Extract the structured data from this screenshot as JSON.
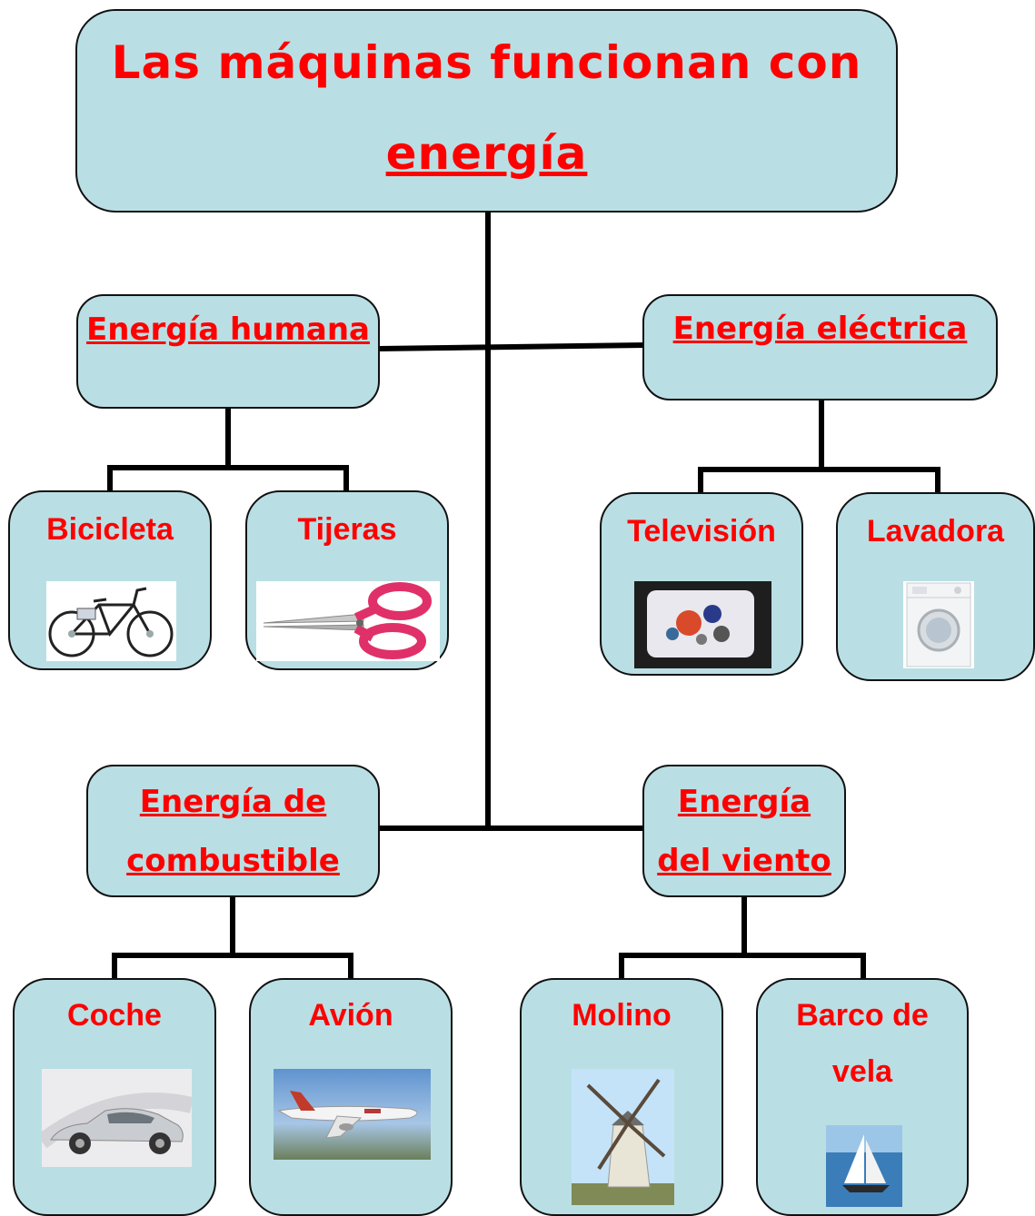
{
  "title": {
    "line1": "Las máquinas funcionan con",
    "line2": "energía"
  },
  "categories": {
    "humana": "Energía humana",
    "electrica": "Energía eléctrica",
    "combustible_1": "Energía de",
    "combustible_2": "combustible",
    "viento_1": "Energía",
    "viento_2": "del viento"
  },
  "leaves": {
    "bicicleta": "Bicicleta",
    "tijeras": "Tijeras",
    "television": "Televisión",
    "lavadora": "Lavadora",
    "coche": "Coche",
    "avion": "Avión",
    "molino": "Molino",
    "barco_1": "Barco de",
    "barco_2": "vela"
  }
}
